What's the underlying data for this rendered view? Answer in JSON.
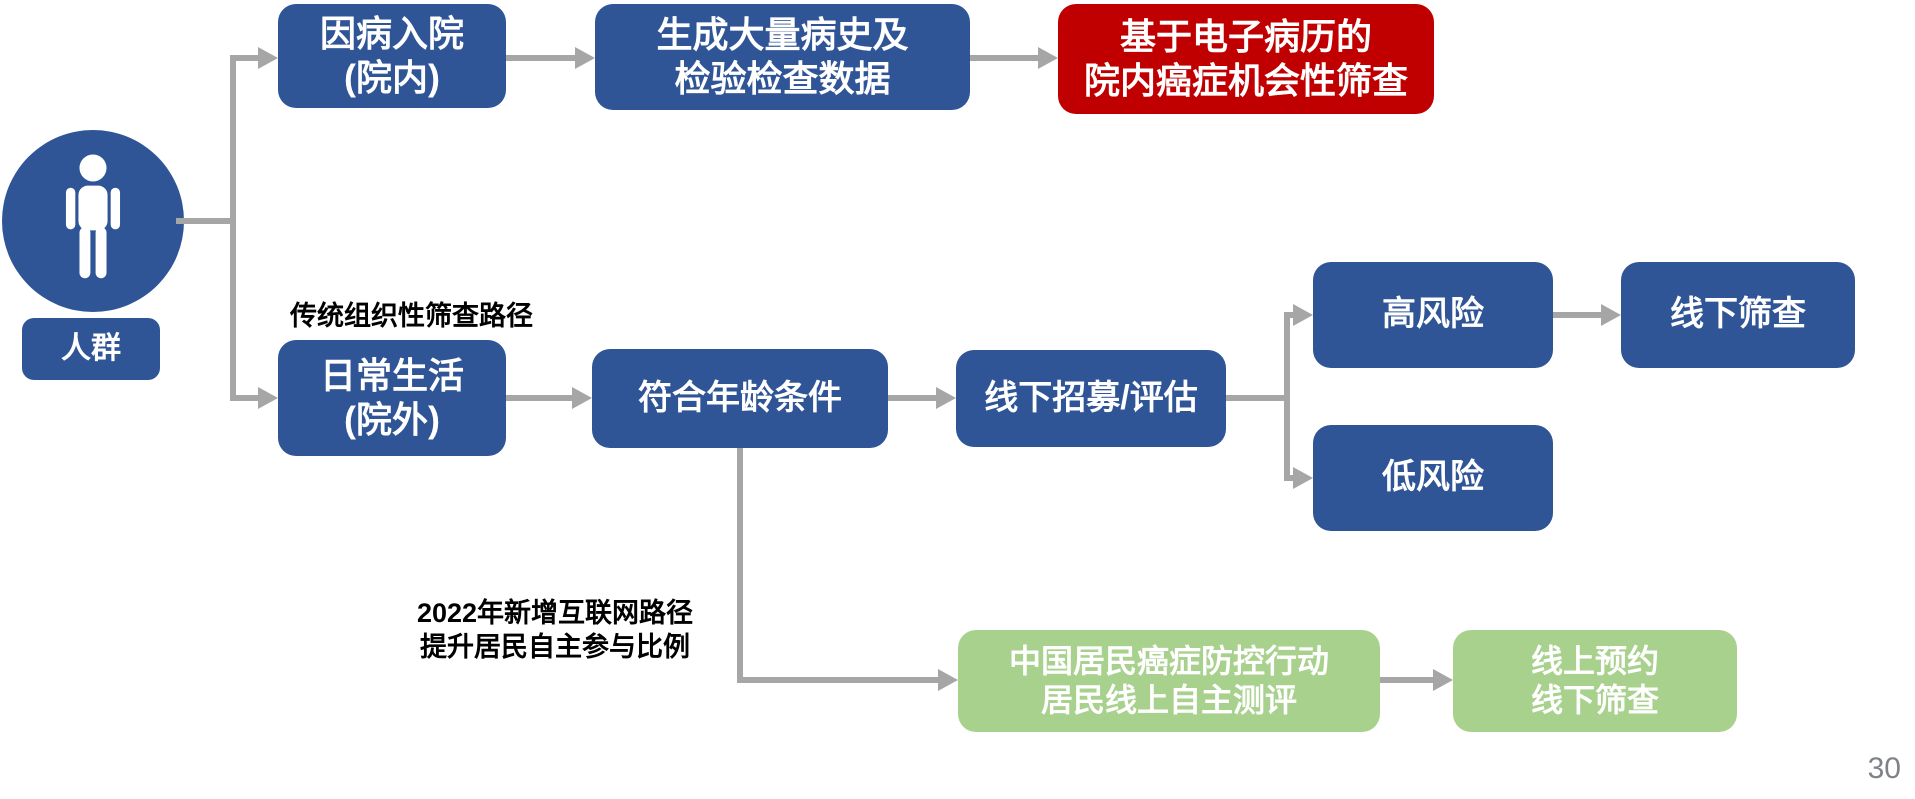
{
  "page": {
    "number": "30"
  },
  "colors": {
    "node_blue": "#2F5597",
    "node_red": "#C00000",
    "node_green": "#A9D18E",
    "connector_gray": "#A6A6A6",
    "annotation_black": "#000000",
    "page_number_gray": "#7f8287"
  },
  "source": {
    "icon": "person-icon",
    "label": "人群"
  },
  "annotations": {
    "traditional_path": "传统组织性筛查路径",
    "internet_path": "2022年新增互联网路径\n提升居民自主参与比例"
  },
  "nodes": {
    "hospital_admission": "因病入院\n(院内)",
    "medical_data": "生成大量病史及\n检验检查数据",
    "ehr_screening": "基于电子病历的\n院内癌症机会性筛查",
    "daily_life": "日常生活\n(院外)",
    "age_eligible": "符合年龄条件",
    "offline_recruit": "线下招募/评估",
    "high_risk": "高风险",
    "low_risk": "低风险",
    "offline_screening": "线下筛查",
    "online_assessment": "中国居民癌症防控行动\n居民线上自主测评",
    "online_booking": "线上预约\n线下筛查"
  }
}
